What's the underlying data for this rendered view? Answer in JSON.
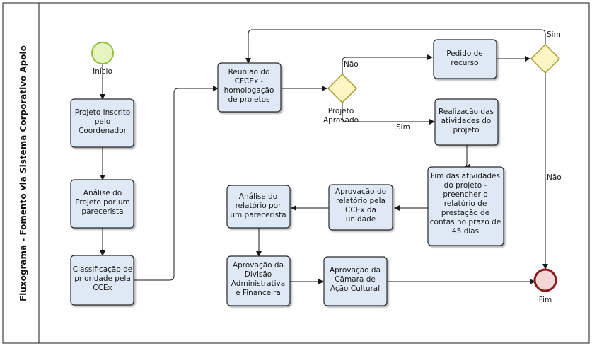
{
  "pool_title": "Fluxograma - Fomento via  Sistema Corporativo Apolo",
  "events": {
    "start": "Início",
    "end": "Fim"
  },
  "tasks": {
    "inscrito": [
      "Projeto inscrito",
      "pelo",
      "Coordenador"
    ],
    "analise_parecerista": [
      "Análise do",
      "Projeto por um",
      "parecerista"
    ],
    "classificacao": [
      "Classificação de",
      "prioridade pela",
      "CCEx"
    ],
    "reuniao": [
      "Reunião do",
      "CFCEx -",
      "homologação",
      "de projetos"
    ],
    "pedido_recurso": [
      "Pedido de",
      "recurso"
    ],
    "realizacao": [
      "Realização das",
      "atividades do",
      "projeto"
    ],
    "fim_atividades": [
      "Fim das atividades",
      "do projeto -",
      "preencher o",
      "relatório de",
      "prestação de",
      "contas no prazo de",
      "45 dias"
    ],
    "aprovacao_relatorio": [
      "Aprovação do",
      "relatório pela",
      "CCEx da",
      "unidade"
    ],
    "analise_relatorio": [
      "Análise do",
      "relatório por",
      "um parecerista"
    ],
    "aprovacao_divisao": [
      "Aprovação da",
      "Divisão",
      "Administrativa",
      "e Financeira"
    ],
    "aprovacao_camara": [
      "Aprovação da",
      "Câmara de",
      "Ação Cultural"
    ]
  },
  "gateways": {
    "projeto_aprovado": [
      "Projeto",
      "Aprovado"
    ]
  },
  "edge_labels": {
    "nao_top": "Não",
    "sim_realizacao": "Sim",
    "sim_top": "Sim",
    "nao_right": "Não"
  },
  "colors": {
    "task_fill": "#dfe9f5",
    "start_fill": "#e6f5c0",
    "start_stroke": "#8fbf3c",
    "end_fill": "#f3d7d7",
    "end_stroke": "#8b1a1a",
    "gateway_fill": "#fdf6c4",
    "gateway_stroke": "#a89a2a"
  }
}
